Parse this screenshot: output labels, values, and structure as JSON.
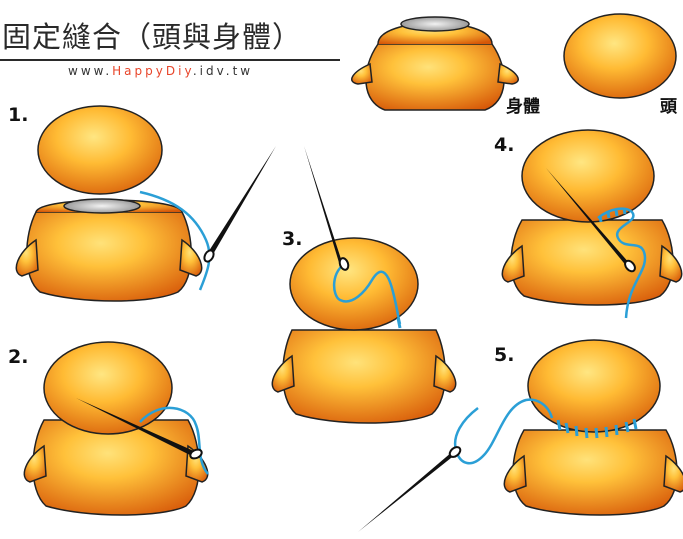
{
  "header": {
    "title": "固定縫合（頭與身體）",
    "website_prefix": "www.",
    "website_brand": "HappyDiy",
    "website_suffix": ".idv.tw"
  },
  "parts": {
    "body_label": "身體",
    "head_label": "頭"
  },
  "steps": [
    {
      "label": "1."
    },
    {
      "label": "2."
    },
    {
      "label": "3."
    },
    {
      "label": "4."
    },
    {
      "label": "5."
    }
  ],
  "colors": {
    "doll_light": "#ffd24a",
    "doll_dark": "#d95b08",
    "thread": "#2b9fd6",
    "needle": "#111111"
  }
}
